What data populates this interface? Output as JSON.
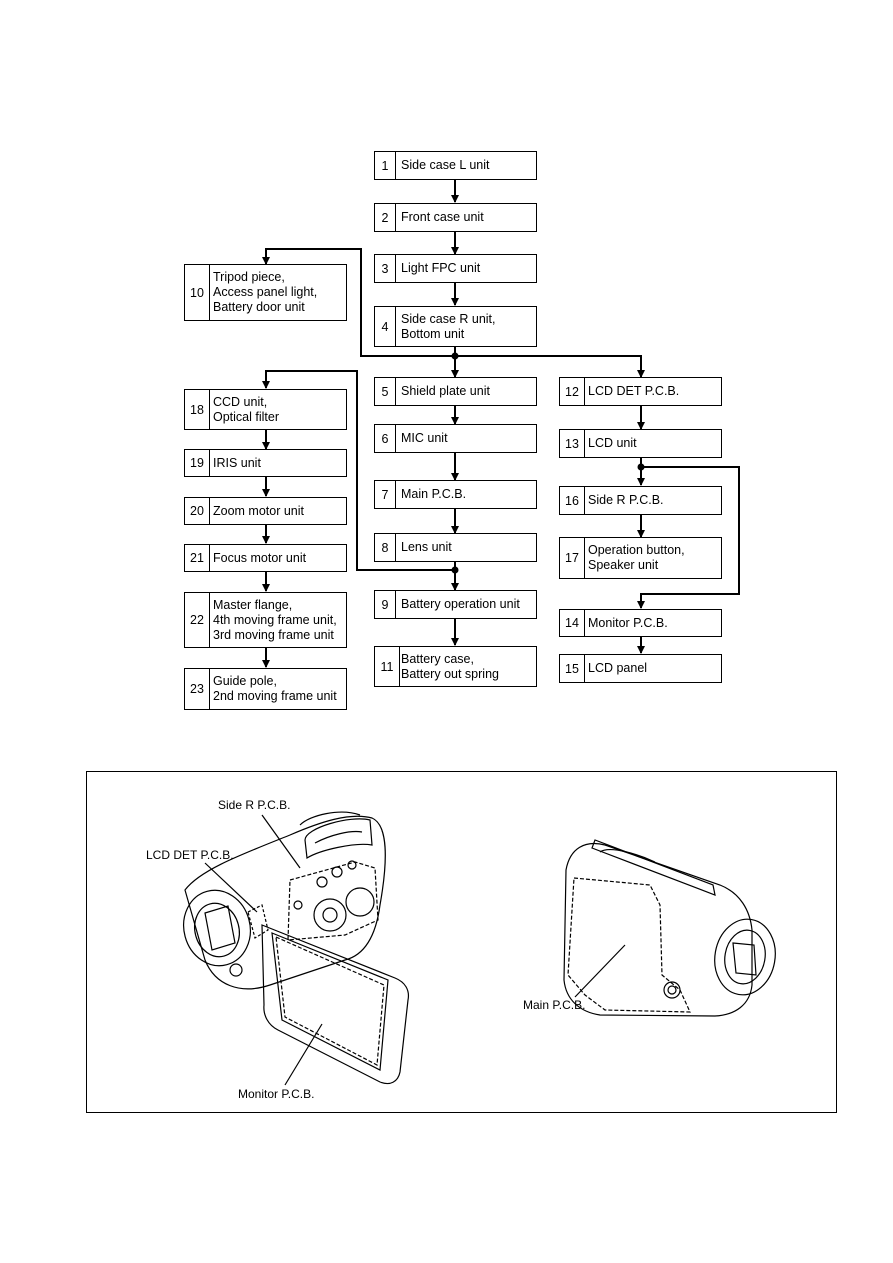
{
  "flowchart": {
    "steps": [
      {
        "num": "1",
        "label": "Side case L unit"
      },
      {
        "num": "2",
        "label": "Front case unit"
      },
      {
        "num": "3",
        "label": "Light FPC unit"
      },
      {
        "num": "4",
        "label": "Side case R unit,\nBottom unit"
      },
      {
        "num": "5",
        "label": "Shield plate unit"
      },
      {
        "num": "6",
        "label": "MIC unit"
      },
      {
        "num": "7",
        "label": "Main P.C.B."
      },
      {
        "num": "8",
        "label": "Lens unit"
      },
      {
        "num": "9",
        "label": "Battery operation unit"
      },
      {
        "num": "10",
        "label": "Tripod piece,\nAccess panel light,\nBattery door unit"
      },
      {
        "num": "11",
        "label": "Battery case,\nBattery out spring"
      },
      {
        "num": "12",
        "label": "LCD DET P.C.B."
      },
      {
        "num": "13",
        "label": "LCD unit"
      },
      {
        "num": "14",
        "label": "Monitor P.C.B."
      },
      {
        "num": "15",
        "label": "LCD panel"
      },
      {
        "num": "16",
        "label": "Side R P.C.B."
      },
      {
        "num": "17",
        "label": "Operation button,\nSpeaker unit"
      },
      {
        "num": "18",
        "label": "CCD unit,\nOptical filter"
      },
      {
        "num": "19",
        "label": "IRIS unit"
      },
      {
        "num": "20",
        "label": "Zoom motor unit"
      },
      {
        "num": "21",
        "label": "Focus motor unit"
      },
      {
        "num": "22",
        "label": "Master flange,\n4th moving frame unit,\n3rd moving frame unit"
      },
      {
        "num": "23",
        "label": "Guide pole,\n2nd moving frame unit"
      }
    ]
  },
  "illustration": {
    "callouts": {
      "side_r_pcb": "Side R P.C.B.",
      "lcd_det_pcb": "LCD DET P.C.B.",
      "monitor_pcb": "Monitor P.C.B.",
      "main_pcb": "Main P.C.B."
    }
  }
}
